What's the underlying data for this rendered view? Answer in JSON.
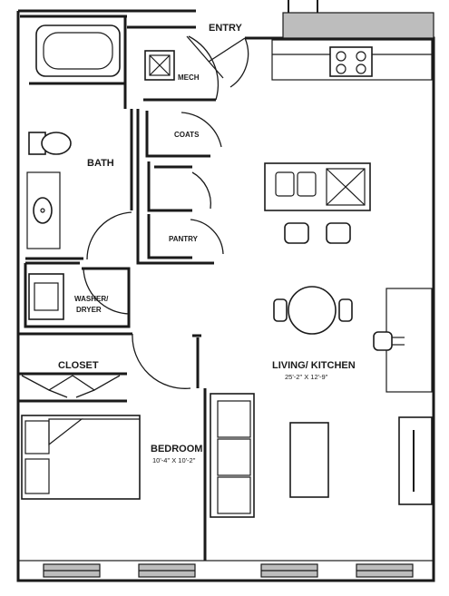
{
  "rooms": {
    "entry": "ENTRY",
    "mech": "MECH",
    "coats": "COATS",
    "bath": "BATH",
    "pantry": "PANTRY",
    "washer_line1": "WASHER/",
    "washer_line2": "DRYER",
    "closet": "CLOSET",
    "living": "LIVING/ KITCHEN",
    "living_dims": "25'-2\" X 12'-9\"",
    "bedroom": "BEDROOM",
    "bedroom_dims": "10'-4\" X 10'-2\""
  }
}
